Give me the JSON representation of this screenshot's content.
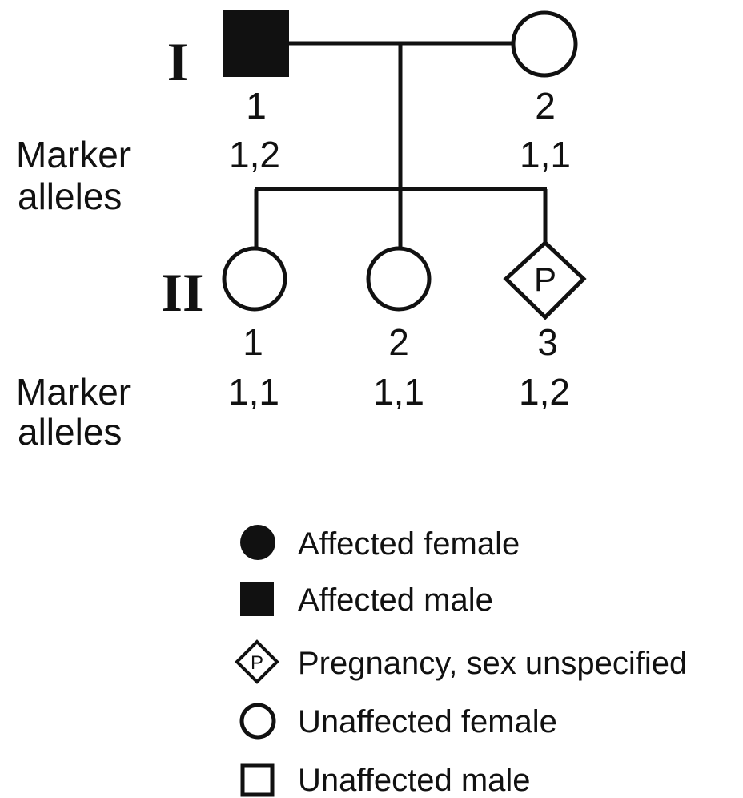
{
  "generations": {
    "gen1": "I",
    "gen2": "II"
  },
  "row_labels": {
    "gen1": [
      "Marker",
      "alleles"
    ],
    "gen2": [
      "Marker",
      "alleles"
    ]
  },
  "individuals": {
    "I1": {
      "number": "1",
      "alleles": "1,2",
      "symbol": "affected-male"
    },
    "I2": {
      "number": "2",
      "alleles": "1,1",
      "symbol": "unaffected-female"
    },
    "II1": {
      "number": "1",
      "alleles": "1,1",
      "symbol": "unaffected-female"
    },
    "II2": {
      "number": "2",
      "alleles": "1,1",
      "symbol": "unaffected-female"
    },
    "II3": {
      "number": "3",
      "alleles": "1,2",
      "symbol": "pregnancy",
      "mark": "P"
    }
  },
  "legend": [
    {
      "icon": "filled-circle-icon",
      "label": "Affected female"
    },
    {
      "icon": "filled-square-icon",
      "label": "Affected male"
    },
    {
      "icon": "diamond-p-icon",
      "label": "Pregnancy, sex unspecified",
      "mark": "P"
    },
    {
      "icon": "open-circle-icon",
      "label": "Unaffected female"
    },
    {
      "icon": "open-square-icon",
      "label": "Unaffected male"
    }
  ],
  "colors": {
    "ink": "#111111",
    "background": "#ffffff"
  }
}
